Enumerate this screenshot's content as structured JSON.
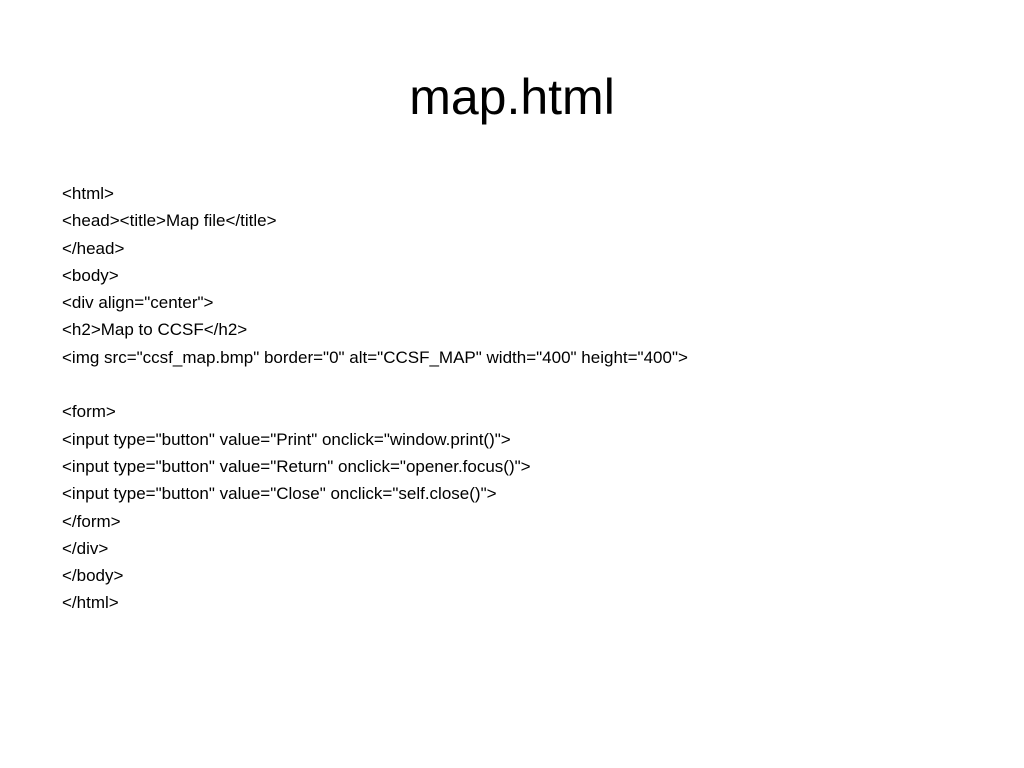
{
  "slide": {
    "title": "map.html",
    "code_lines": [
      "<html>",
      "<head><title>Map file</title>",
      "</head>",
      "<body>",
      "<div align=\"center\">",
      "<h2>Map to CCSF</h2>",
      "<img src=\"ccsf_map.bmp\" border=\"0\" alt=\"CCSF_MAP\" width=\"400\" height=\"400\">",
      "",
      "<form>",
      "<input type=\"button\" value=\"Print\" onclick=\"window.print()\">",
      "<input type=\"button\" value=\"Return\" onclick=\"opener.focus()\">",
      "<input type=\"button\" value=\"Close\" onclick=\"self.close()\">",
      "</form>",
      "</div>",
      "</body>",
      "</html>"
    ]
  }
}
